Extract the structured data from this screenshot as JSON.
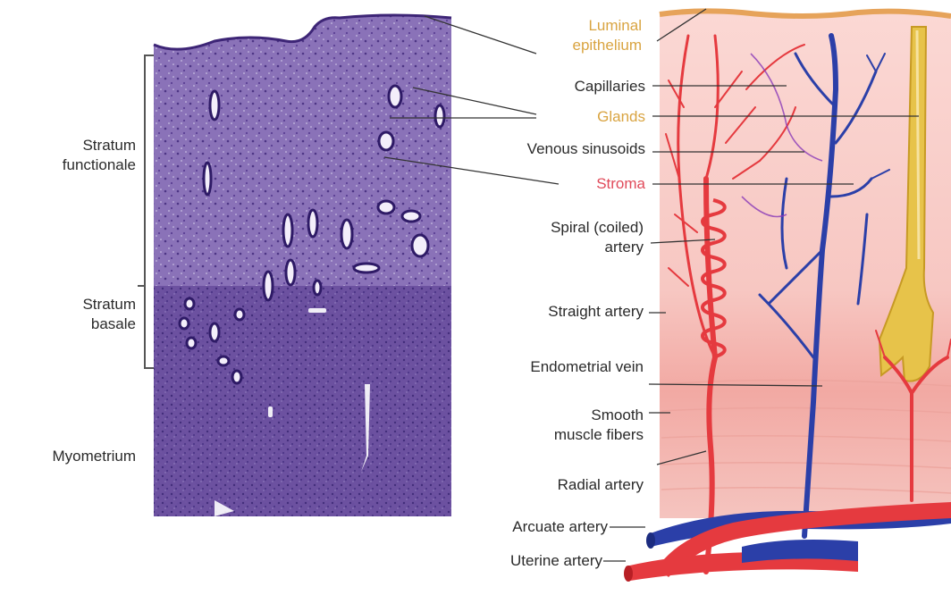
{
  "colors": {
    "histology": "#6b4f9e",
    "histology_dark": "#3a2470",
    "tissue_pink": "#f6c8c6",
    "artery": "#e53a3f",
    "vein": "#2b3fa8",
    "gland": "#e7c34a",
    "label_dark": "#2a2a2a",
    "label_gold": "#d9a441",
    "label_red": "#e04a5a"
  },
  "left_labels": {
    "stratum_functionale": [
      "Stratum",
      "functionale"
    ],
    "stratum_basale": [
      "Stratum",
      "basale"
    ],
    "myometrium": "Myometrium"
  },
  "labels": {
    "luminal_epithelium": [
      "Luminal",
      "epithelium"
    ],
    "capillaries": "Capillaries",
    "glands": "Glands",
    "venous_sinusoids": "Venous sinusoids",
    "stroma": "Stroma",
    "spiral_artery": [
      "Spiral (coiled)",
      "artery"
    ],
    "straight_artery": "Straight artery",
    "endometrial_vein": "Endometrial vein",
    "smooth_muscle": [
      "Smooth",
      "muscle fibers"
    ],
    "radial_artery": "Radial artery",
    "arcuate_artery": "Arcuate artery",
    "uterine_artery": "Uterine artery"
  }
}
